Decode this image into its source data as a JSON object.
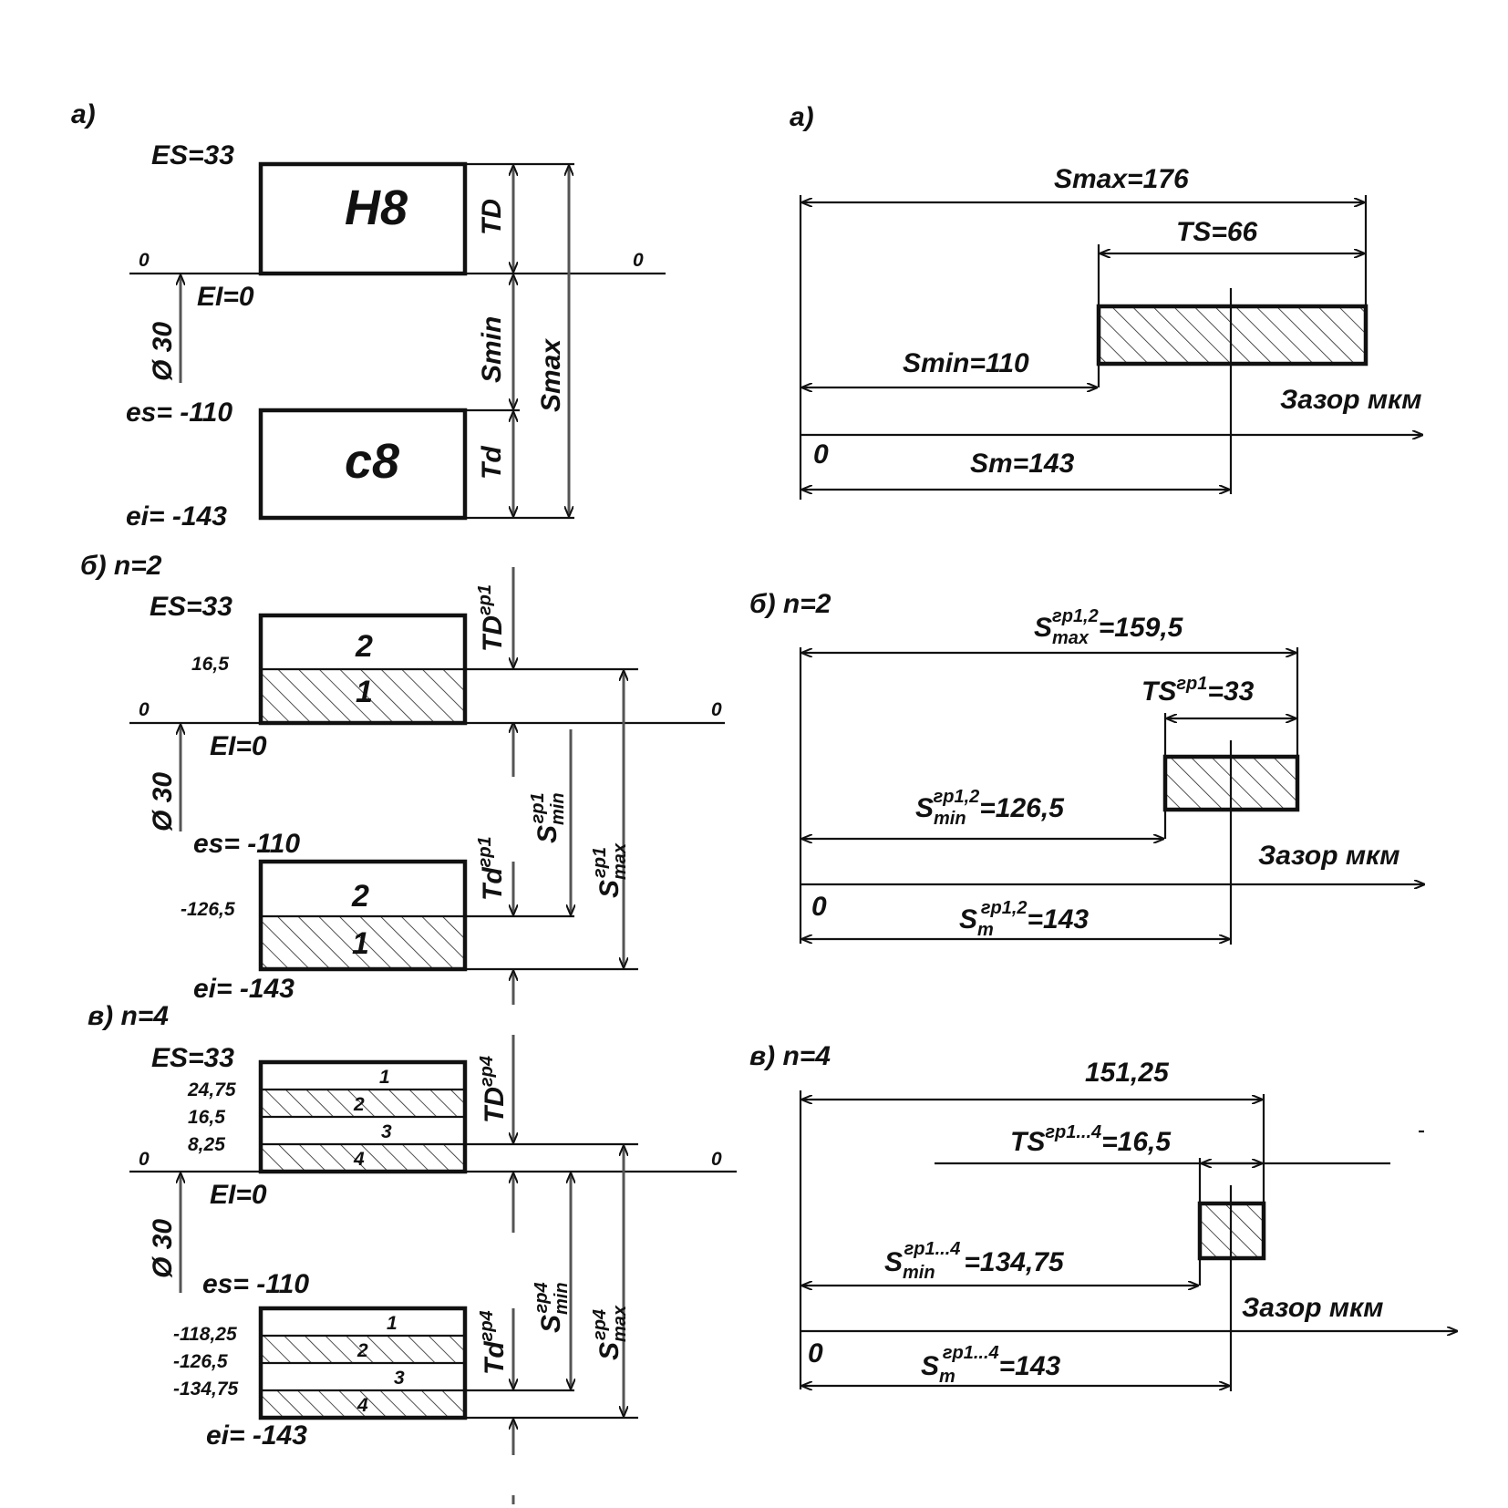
{
  "left_a": {
    "label": "а)",
    "ES": "ES=33",
    "EI": "EI=0",
    "es": "es= -110",
    "ei": "ei= -143",
    "hole": "H8",
    "shaft": "c8",
    "TD": "TD",
    "Td": "Td",
    "Smin": "Smin",
    "Smax": "Smax",
    "zero": "0",
    "dia": "Ø 30"
  },
  "left_b": {
    "label": "б) n=2",
    "ES": "ES=33",
    "EI": "EI=0",
    "es": "es= -110",
    "ei": "ei= -143",
    "hole_mid": "16,5",
    "shaft_mid": "-126,5",
    "group_upper": "2",
    "group_lower": "1",
    "TD": "TD",
    "TD_sup": "гр1",
    "Td": "Td",
    "Td_sup": "гр1",
    "Smin": "S",
    "Smin_sub": "min",
    "Smin_sup": "гр1",
    "Smax": "S",
    "Smax_sub": "max",
    "Smax_sup": "гр1",
    "zero": "0",
    "dia": "Ø 30"
  },
  "left_c": {
    "label": "в) n=4",
    "ES": "ES=33",
    "EI": "EI=0",
    "es": "es= -110",
    "ei": "ei= -143",
    "hole_ticks": [
      "24,75",
      "16,5",
      "8,25"
    ],
    "shaft_ticks": [
      "-118,25",
      "-126,5",
      "-134,75"
    ],
    "groups": [
      "1",
      "2",
      "3",
      "4"
    ],
    "TD": "TD",
    "TD_sup": "гр4",
    "Td": "Td",
    "Td_sup": "гр4",
    "Smin": "S",
    "Smin_sub": "min",
    "Smin_sup": "гр4",
    "Smax": "S",
    "Smax_sub": "max",
    "Smax_sup": "гр4",
    "zero": "0",
    "dia": "Ø 30"
  },
  "right_a": {
    "label": "а)",
    "smax": "Smax=176",
    "ts": "TS=66",
    "smin": "Smin=110",
    "sm": "Sm=143",
    "axis": "Зазор мкм",
    "zero": "0"
  },
  "right_b": {
    "label": "б) n=2",
    "smax_s": "S",
    "smax_sub": "max",
    "smax_sup": "гр1,2",
    "smax_val": "=159,5",
    "ts": "TS",
    "ts_sup": "гр1",
    "ts_val": "=33",
    "smin_s": "S",
    "smin_sub": "min",
    "smin_sup": "гр1,2",
    "smin_val": "=126,5",
    "sm_s": "S",
    "sm_sub": "m",
    "sm_sup": "гр1,2",
    "sm_val": "=143",
    "axis": "Зазор мкм",
    "zero": "0"
  },
  "right_c": {
    "label": "в) n=4",
    "smax_val": "151,25",
    "ts": "TS",
    "ts_sup": "гр1...4",
    "ts_val": "=16,5",
    "smin_s": "S",
    "smin_sub": "min",
    "smin_sup": "гр1...4",
    "smin_val": "=134,75",
    "sm_s": "S",
    "sm_sub": "m",
    "sm_sup": "гр1...4",
    "sm_val": "=143",
    "axis": "Зазор мкм",
    "zero": "0"
  }
}
